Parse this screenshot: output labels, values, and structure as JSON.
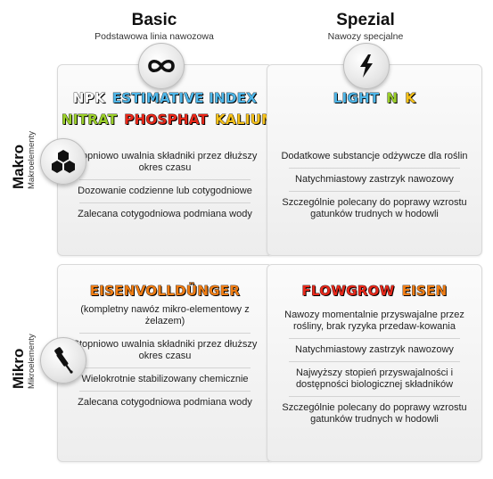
{
  "columns": [
    {
      "title": "Basic",
      "subtitle": "Podstawowa linia nawozowa",
      "icon": "infinity-icon"
    },
    {
      "title": "Spezial",
      "subtitle": "Nawozy specjalne",
      "icon": "lightning-icon"
    }
  ],
  "rows": [
    {
      "title": "Makro",
      "subtitle": "Makroelementy",
      "icon": "molecules-icon"
    },
    {
      "title": "Mikro",
      "subtitle": "Mikroelementy",
      "icon": "dropper-icon"
    }
  ],
  "panels": {
    "makro_basic": {
      "brand_lines": [
        [
          {
            "text": "NPK",
            "color": "#ffffff"
          },
          {
            "text": "ESTIMATIVE INDEX",
            "color": "#4fb6e8"
          }
        ],
        [
          {
            "text": "NITRAT",
            "color": "#9bcf2a"
          },
          {
            "text": "PHOSPHAT",
            "color": "#e8281a"
          },
          {
            "text": "KALIUM",
            "color": "#f5c11a"
          }
        ]
      ],
      "items": [
        "Stopniowo uwalnia składniki przez dłuższy okres czasu",
        "Dozowanie codzienne lub cotygodniowe",
        "Zalecana cotygodniowa podmiana wody"
      ]
    },
    "makro_spezial": {
      "brand_lines": [
        [
          {
            "text": "LIGHT",
            "color": "#4fb6e8"
          },
          {
            "text": "N",
            "color": "#9bcf2a"
          },
          {
            "text": "K",
            "color": "#f5c11a"
          }
        ]
      ],
      "items": [
        "Dodatkowe substancje odżywcze dla roślin",
        "Natychmiastowy zastrzyk nawozowy",
        "Szczególnie polecany do poprawy wzrostu gatunków trudnych w hodowli"
      ]
    },
    "mikro_basic": {
      "brand_lines": [
        [
          {
            "text": "EISENVOLLDÜNGER",
            "color": "#f07d14"
          }
        ]
      ],
      "items": [
        "(kompletny nawóz mikro-elementowy z żelazem)",
        "Stopniowo uwalnia składniki przez dłuższy okres czasu",
        "Wielokrotnie stabilizowany chemicznie",
        "Zalecana cotygodniowa podmiana wody"
      ]
    },
    "mikro_spezial": {
      "brand_lines": [
        [
          {
            "text": "FLOWGROW",
            "color": "#e8281a"
          },
          {
            "text": "EISEN",
            "color": "#f07d14"
          }
        ]
      ],
      "items": [
        "Nawozy momentalnie przyswajalne przez rośliny, brak ryzyka przedaw-kowania",
        "Natychmiastowy zastrzyk nawozowy",
        "Najwyższy stopień przyswajalności i dostępności biologicznej składników",
        "Szczególnie polecany do poprawy wzrostu gatunków trudnych w hodowli"
      ]
    }
  }
}
